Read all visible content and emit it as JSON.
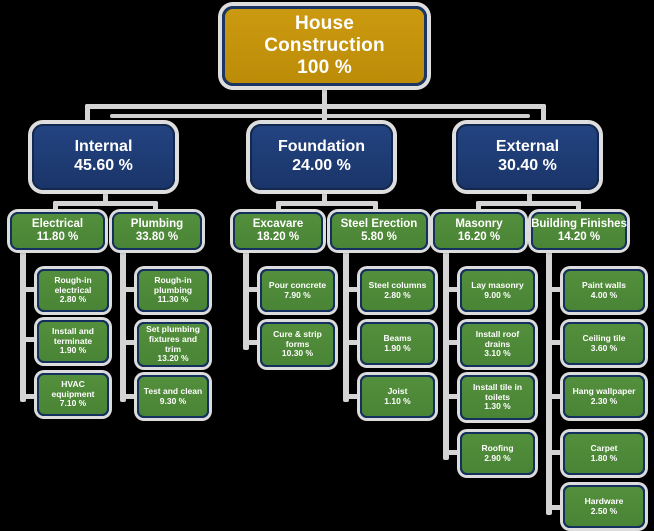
{
  "diagram": {
    "title": "House Construction Work Breakdown Structure",
    "colors": {
      "root_fill": "#C1900E",
      "level2_fill": "#1D3C74",
      "level3_fill": "#4E8A39",
      "leaf_fill": "#4E8A39",
      "border": "#14305F",
      "connector": "#D4D4D4",
      "background": "#000000",
      "text": "#FFFFFF"
    },
    "root": {
      "label": "House",
      "label2": "Construction",
      "value": "100 %"
    },
    "level2": [
      {
        "label": "Internal",
        "value": "45.60 %"
      },
      {
        "label": "Foundation",
        "value": "24.00 %"
      },
      {
        "label": "External",
        "value": "30.40 %"
      }
    ],
    "level3": [
      {
        "label": "Electrical",
        "value": "11.80 %"
      },
      {
        "label": "Plumbing",
        "value": "33.80 %"
      },
      {
        "label": "Excavare",
        "value": "18.20 %"
      },
      {
        "label": "Steel Erection",
        "value": "5.80 %"
      },
      {
        "label": "Masonry",
        "value": "16.20 %"
      },
      {
        "label": "Building Finishes",
        "value": "14.20 %"
      }
    ],
    "leaves": {
      "electrical": [
        {
          "line1": "Rough-in",
          "line2": "electrical",
          "value": "2.80 %"
        },
        {
          "line1": "Install and",
          "line2": "terminate",
          "value": "1.90 %"
        },
        {
          "line1": "HVAC",
          "line2": "equipment",
          "value": "7.10 %"
        }
      ],
      "plumbing": [
        {
          "line1": "Rough-in",
          "line2": "plumbing",
          "value": "11.30 %"
        },
        {
          "line1": "Set plumbing",
          "line2": "fixtures and trim",
          "value": "13.20 %"
        },
        {
          "line1": "Test and clean",
          "line2": "",
          "value": "9.30 %"
        }
      ],
      "excavare": [
        {
          "line1": "Pour concrete",
          "line2": "",
          "value": "7.90 %"
        },
        {
          "line1": "Cure & strip",
          "line2": "forms",
          "value": "10.30 %"
        }
      ],
      "steel_erection": [
        {
          "line1": "Steel columns",
          "line2": "",
          "value": "2.80 %"
        },
        {
          "line1": "Beams",
          "line2": "",
          "value": "1.90 %"
        },
        {
          "line1": "Joist",
          "line2": "",
          "value": "1.10 %"
        }
      ],
      "masonry": [
        {
          "line1": "Lay masonry",
          "line2": "",
          "value": "9.00 %"
        },
        {
          "line1": "Install roof",
          "line2": "drains",
          "value": "3.10 %"
        },
        {
          "line1": "Install tile in",
          "line2": "toilets",
          "value": "1.30 %"
        },
        {
          "line1": "Roofing",
          "line2": "",
          "value": "2.90 %"
        }
      ],
      "building_finishes": [
        {
          "line1": "Paint walls",
          "line2": "",
          "value": "4.00 %"
        },
        {
          "line1": "Ceiling tile",
          "line2": "",
          "value": "3.60 %"
        },
        {
          "line1": "Hang wallpaper",
          "line2": "",
          "value": "2.30 %"
        },
        {
          "line1": "Carpet",
          "line2": "",
          "value": "1.80 %"
        },
        {
          "line1": "Hardware",
          "line2": "",
          "value": "2.50 %"
        }
      ]
    }
  }
}
